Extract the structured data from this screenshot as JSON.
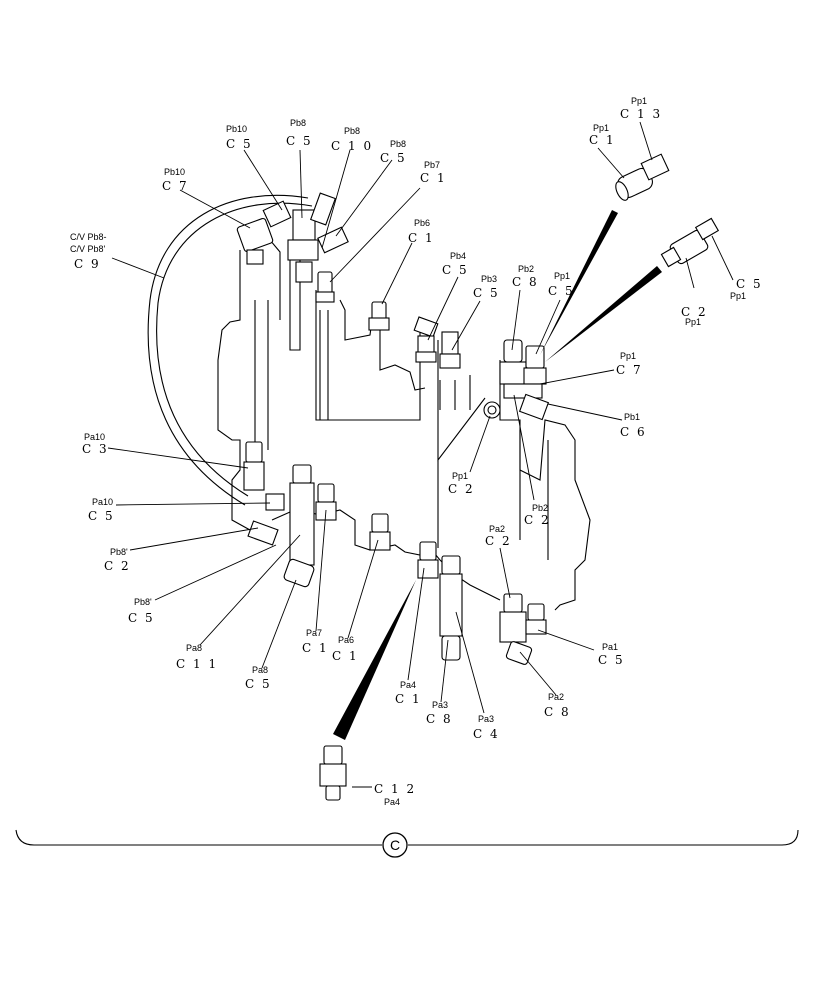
{
  "callouts": [
    {
      "port": "Pb10",
      "code": "C 5"
    },
    {
      "port": "Pb8",
      "code": "C 5"
    },
    {
      "port": "Pb8",
      "code": "C 1 0"
    },
    {
      "port": "Pb8",
      "code": "C 5"
    },
    {
      "port": "Pb10",
      "code": "C 7"
    },
    {
      "port": "Pb7",
      "code": "C 1"
    },
    {
      "port": "C/V Pb8-",
      "port2": "C/V Pb8'",
      "code": "C 9"
    },
    {
      "port": "Pb6",
      "code": "C 1"
    },
    {
      "port": "Pb4",
      "code": "C 5"
    },
    {
      "port": "Pb3",
      "code": "C 5"
    },
    {
      "port": "Pb2",
      "code": "C 8"
    },
    {
      "port": "Pp1",
      "code": "C 5"
    },
    {
      "port": "Pp1",
      "code": "C 1 3"
    },
    {
      "port": "Pp1",
      "code": "C 1"
    },
    {
      "port": "Pp1",
      "code": "C 5"
    },
    {
      "port": "Pp1",
      "code": "C 2"
    },
    {
      "port": "Pp1",
      "code": "C 7"
    },
    {
      "port": "Pb1",
      "code": "C 6"
    },
    {
      "port": "Pa10",
      "code": "C 3"
    },
    {
      "port": "Pp1",
      "code": "C 2"
    },
    {
      "port": "Pb2",
      "code": "C 2"
    },
    {
      "port": "Pa10",
      "code": "C 5"
    },
    {
      "port": "Pa2",
      "code": "C 2"
    },
    {
      "port": "Pb8'",
      "code": "C 2"
    },
    {
      "port": "Pb8'",
      "code": "C 5"
    },
    {
      "port": "Pa8",
      "code": "C 1 1"
    },
    {
      "port": "Pa7",
      "code": "C 1"
    },
    {
      "port": "Pa6",
      "code": "C 1"
    },
    {
      "port": "Pa8",
      "code": "C 5"
    },
    {
      "port": "Pa1",
      "code": "C 5"
    },
    {
      "port": "Pa2",
      "code": "C 8"
    },
    {
      "port": "Pa4",
      "code": "C 1"
    },
    {
      "port": "Pa3",
      "code": "C 8"
    },
    {
      "port": "Pa3",
      "code": "C 4"
    },
    {
      "port": "Pa4",
      "code": "C 1 2"
    }
  ],
  "group_marker": "C",
  "colors": {
    "line": "#000000",
    "background": "#ffffff"
  }
}
